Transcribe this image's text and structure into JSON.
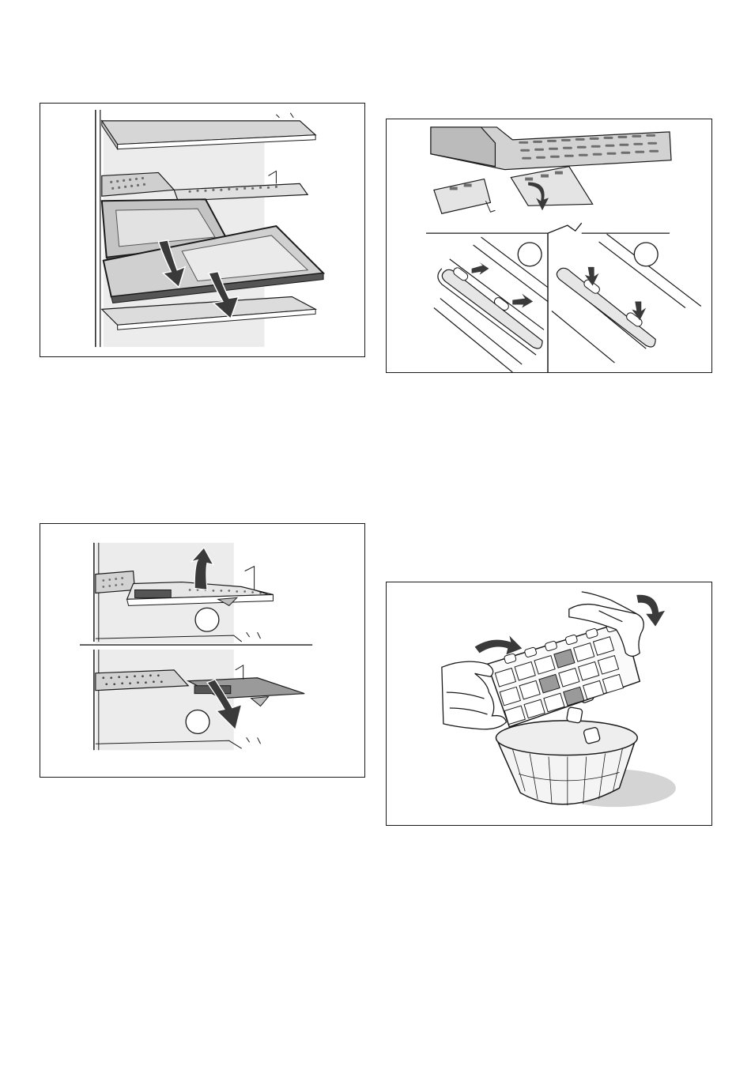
{
  "document": {
    "figures": [
      {
        "id": "fig1",
        "description_icon": "shelves-and-trays-illustration",
        "callouts": []
      },
      {
        "id": "fig2",
        "description_icon": "shelf-support-clips-illustration",
        "callouts": [
          "",
          ""
        ]
      },
      {
        "id": "fig3",
        "description_icon": "folding-shelf-illustration",
        "callouts": [
          "",
          ""
        ]
      },
      {
        "id": "fig4",
        "description_icon": "ice-cube-tray-illustration",
        "callouts": []
      }
    ]
  },
  "colors": {
    "line": "#1a1a1a",
    "shade_light": "#e6e6e6",
    "shade_mid": "#bdbdbd",
    "shade_dark": "#6e6e6e",
    "arrow": "#4a4a4a"
  }
}
